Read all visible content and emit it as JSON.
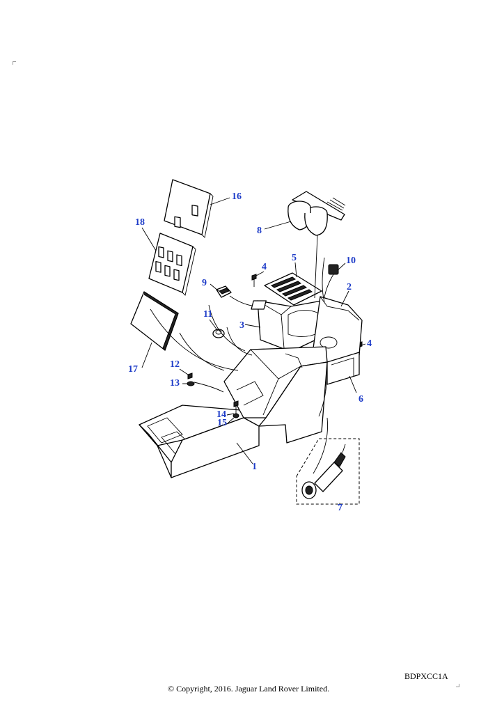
{
  "callouts": [
    {
      "id": "1",
      "label": "1"
    },
    {
      "id": "2",
      "label": "2"
    },
    {
      "id": "3",
      "label": "3"
    },
    {
      "id": "4a",
      "label": "4"
    },
    {
      "id": "4b",
      "label": "4"
    },
    {
      "id": "5",
      "label": "5"
    },
    {
      "id": "6",
      "label": "6"
    },
    {
      "id": "7",
      "label": "7"
    },
    {
      "id": "8",
      "label": "8"
    },
    {
      "id": "9",
      "label": "9"
    },
    {
      "id": "10",
      "label": "10"
    },
    {
      "id": "11",
      "label": "11"
    },
    {
      "id": "12",
      "label": "12"
    },
    {
      "id": "13",
      "label": "13"
    },
    {
      "id": "14",
      "label": "14"
    },
    {
      "id": "15",
      "label": "15"
    },
    {
      "id": "16",
      "label": "16"
    },
    {
      "id": "17",
      "label": "17"
    },
    {
      "id": "18",
      "label": "18"
    }
  ],
  "figure_code": "BDPXCC1A",
  "copyright": "© Copyright, 2016. Jaguar Land Rover Limited.",
  "callout_color": "#1e3cc8"
}
